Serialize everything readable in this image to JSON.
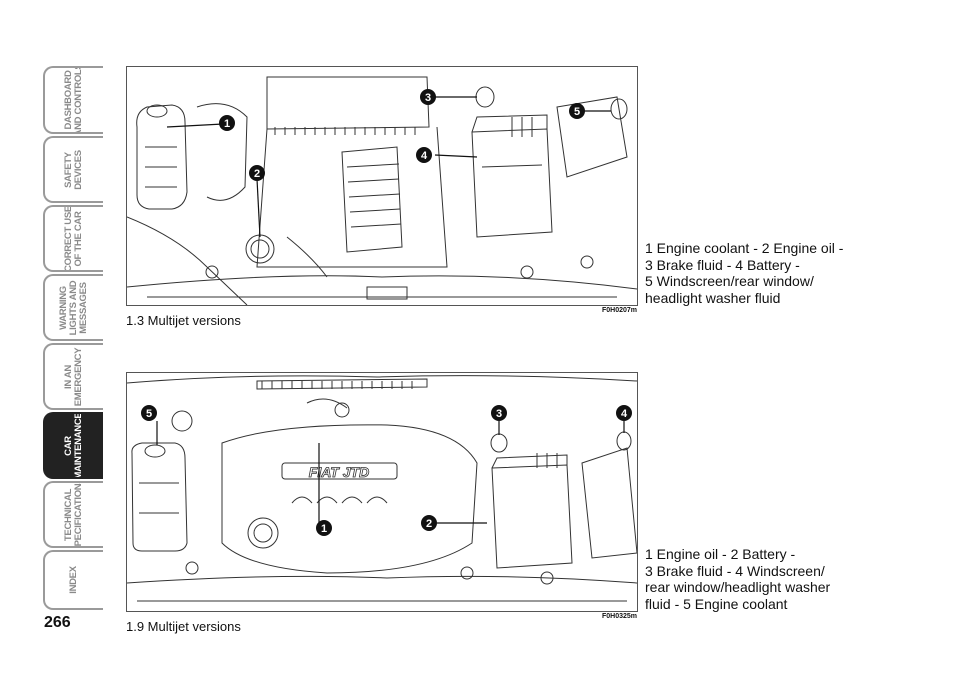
{
  "side_tabs": [
    {
      "lines": [
        "DASHBOARD",
        "AND CONTROLS"
      ],
      "active": false
    },
    {
      "lines": [
        "SAFETY",
        "DEVICES"
      ],
      "active": false
    },
    {
      "lines": [
        "CORRECT USE",
        "OF THE CAR"
      ],
      "active": false
    },
    {
      "lines": [
        "WARNING",
        "LIGHTS AND",
        "MESSAGES"
      ],
      "active": false
    },
    {
      "lines": [
        "IN AN",
        "EMERGENCY"
      ],
      "active": false
    },
    {
      "lines": [
        "CAR",
        "MAINTENANCE"
      ],
      "active": true
    },
    {
      "lines": [
        "TECHNICAL",
        "SPECIFICATIONS"
      ],
      "active": false
    },
    {
      "lines": [
        "INDEX"
      ],
      "active": false
    }
  ],
  "page_number": "266",
  "figure1": {
    "code": "F0H0207m",
    "caption": "1.3 Multijet versions",
    "callouts": [
      "1",
      "2",
      "3",
      "4",
      "5"
    ],
    "legend_lines": [
      "1 Engine coolant - 2 Engine oil -",
      "3 Brake fluid - 4 Battery -",
      "5 Windscreen/rear window/",
      "headlight washer fluid"
    ]
  },
  "figure2": {
    "code": "F0H0325m",
    "caption": "1.9 Multijet versions",
    "logo_text": "FIAT JTD",
    "callouts": [
      "1",
      "2",
      "3",
      "4",
      "5"
    ],
    "legend_lines": [
      "1 Engine oil - 2 Battery -",
      "3 Brake fluid - 4 Windscreen/",
      "rear window/headlight washer",
      "fluid - 5 Engine coolant"
    ]
  }
}
